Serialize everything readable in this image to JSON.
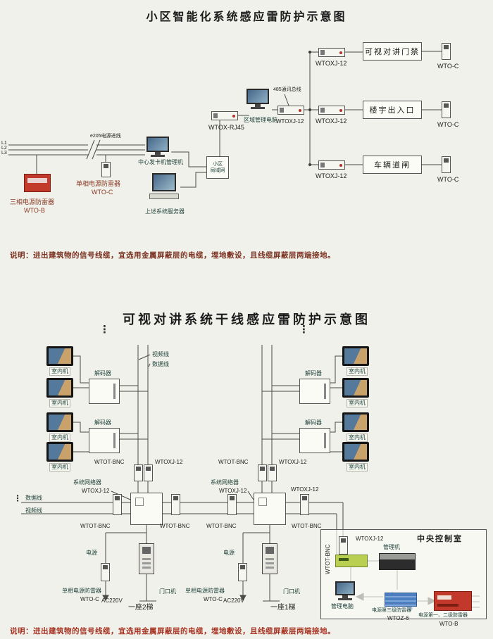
{
  "diagram1": {
    "title": "小区智能化系统感应雷防护示意图",
    "power_inlet_label": "e205电源进线",
    "phase_lines": [
      "L1",
      "L2",
      "L3"
    ],
    "three_phase_spd": {
      "name": "三相电源防雷器",
      "model": "WTO-B"
    },
    "single_phase_spd": {
      "name": "单相电源防雷器",
      "model": "WTO-C"
    },
    "card_manager": "中心发卡机管理机",
    "server": "上述系统服务器",
    "lan": "小区\n局域网",
    "rj45_model": "WTOX-RJ45",
    "area_pc": "区域管理电脑",
    "bus_label": "485通讯总线",
    "spd_model": "WTOXJ-12",
    "spd_model_c": "WTO-C",
    "branches": [
      "可视对讲门禁",
      "楼宇出入口",
      "车辆道闸"
    ]
  },
  "notes": {
    "note1": "说明：进出建筑物的信号线缆，宜选用金属屏蔽层的电缆，埋地敷设，且线缆屏蔽层两端接地。",
    "note2": "说明：进出建筑物的信号线缆，宜选用金属屏蔽层的电缆，埋地敷设，且线缆屏蔽层两端接地。"
  },
  "diagram2": {
    "title": "可视对讲系统干线感应雷防护示意图",
    "indoor_unit": "室内机",
    "decoder": "解码器",
    "video_line": "视频线",
    "data_line": "数据线",
    "wtot_bnc": "WTOT-BNC",
    "wtoxj12": "WTOXJ-12",
    "network_unit": "系统网络器",
    "power": "电源",
    "single_phase_spd": {
      "name": "单相电源防雷器",
      "model": "WTO-C"
    },
    "ac220v": "AC220V",
    "building_left": "一座2梯",
    "building_right": "一座1梯",
    "door_unit": "门口机",
    "ellipsis": "⋮",
    "control_room": {
      "title": "中央控制室",
      "wtoxj12": "WTOXJ-12",
      "wtot_bnc": "WTOT-BNC",
      "manager": "管理机",
      "mgmt_pc": "管理电脑",
      "spd3": {
        "name": "电源第三级防雷器",
        "model": "WTOZ-6"
      },
      "spd12": {
        "name": "电源第一、二级防雷器",
        "model": "WTO-B"
      }
    }
  }
}
